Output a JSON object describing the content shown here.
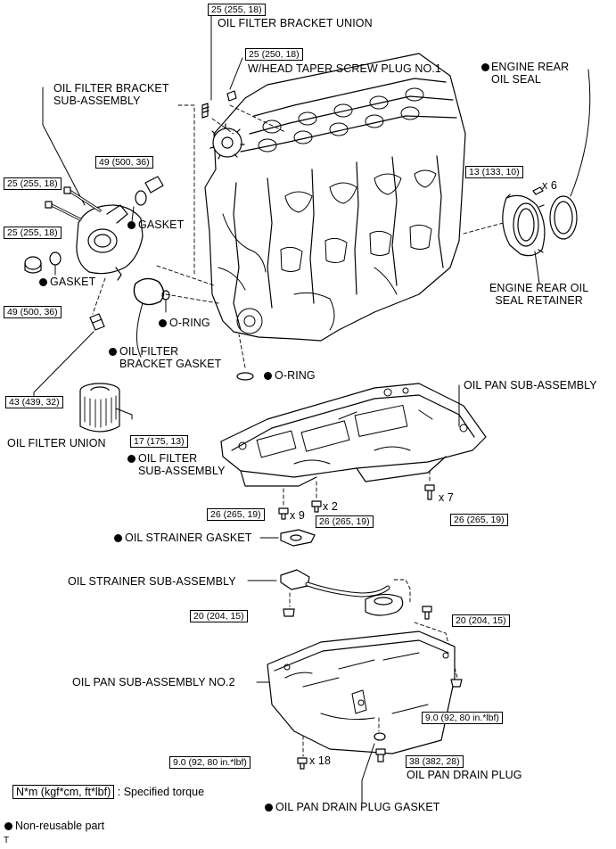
{
  "labels": {
    "oil_filter_bracket_union": "OIL FILTER BRACKET UNION",
    "head_taper_plug": "W/HEAD TAPER SCREW PLUG NO.1",
    "engine_rear_oil_seal": "ENGINE REAR\nOIL SEAL",
    "oil_filter_bracket_subassy": "OIL FILTER BRACKET\nSUB-ASSEMBLY",
    "gasket_1": "GASKET",
    "gasket_2": "GASKET",
    "engine_rear_oil_seal_retainer": "ENGINE REAR OIL\nSEAL RETAINER",
    "o_ring_1": "O-RING",
    "oil_filter_bracket_gasket": "OIL FILTER\nBRACKET GASKET",
    "o_ring_2": "O-RING",
    "oil_pan_subassy": "OIL PAN SUB-ASSEMBLY",
    "oil_filter_union": "OIL FILTER UNION",
    "oil_filter_subassy": "OIL FILTER\nSUB-ASSEMBLY",
    "oil_strainer_gasket": "OIL STRAINER GASKET",
    "oil_strainer_subassy": "OIL STRAINER SUB-ASSEMBLY",
    "oil_pan_subassy_no2": "OIL PAN SUB-ASSEMBLY NO.2",
    "oil_pan_drain_plug": "OIL PAN DRAIN PLUG",
    "oil_pan_drain_plug_gasket": "OIL PAN DRAIN PLUG GASKET"
  },
  "torques": {
    "t_bracket_union": "25 (255, 18)",
    "t_taper_plug": "25 (250, 18)",
    "t_plug_49a": "49 (500, 36)",
    "t_retainer_bolt": "13 (133, 10)",
    "t_bracket_bolt_a": "25 (255, 18)",
    "t_bracket_bolt_b": "25 (255, 18)",
    "t_plug_49b": "49 (500, 36)",
    "t_filter_union": "43 (439, 32)",
    "t_oil_filter": "17 (175, 13)",
    "t_pan_bolt_a": "26 (265, 19)",
    "t_pan_bolt_b": "26 (265, 19)",
    "t_pan_bolt_c": "26 (265, 19)",
    "t_strainer_a": "20 (204, 15)",
    "t_strainer_b": "20 (204, 15)",
    "t_pan2_a": "9.0 (92, 80 in.*lbf)",
    "t_pan2_b": "9.0 (92, 80 in.*lbf)",
    "t_drain_plug": "38 (382, 28)"
  },
  "counts": {
    "x6": "x 6",
    "x9": "x 9",
    "x2": "x 2",
    "x7": "x 7",
    "x18": "x 18"
  },
  "legend": {
    "torque_units": "N*m (kgf*cm, ft*lbf)",
    "torque_text": ": Specified torque",
    "non_reusable": "Non-reusable part"
  },
  "footer_mark": "T"
}
